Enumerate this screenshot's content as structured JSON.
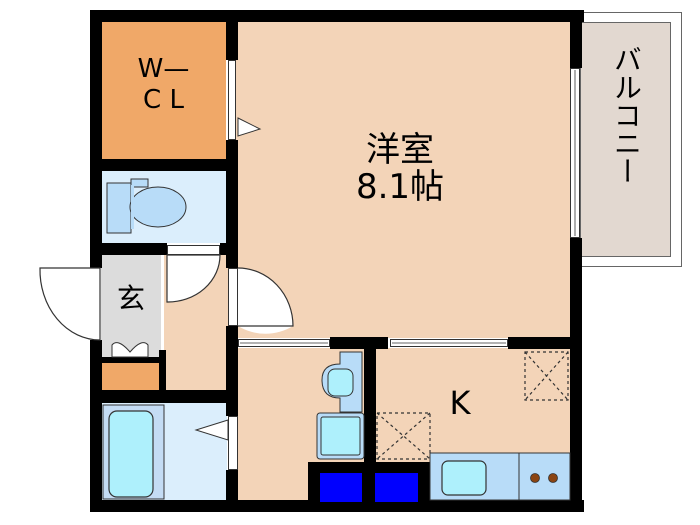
{
  "floorplan": {
    "rooms": {
      "western_room": {
        "label": "洋室",
        "size": "8.1帖",
        "color": "#f3d4b8"
      },
      "walk_in_closet": {
        "label_line1": "W—",
        "label_line2": "C L",
        "color": "#f0a868"
      },
      "entrance": {
        "label": "玄",
        "color": "#dcdcdc"
      },
      "kitchen": {
        "label": "K",
        "color": "#f3d4b8"
      },
      "balcony": {
        "label": "バルコニー",
        "color": "#e2d8d0"
      },
      "toilet": {
        "color": "#dbeefc"
      },
      "bathroom": {
        "color": "#dbeefc"
      },
      "washroom": {
        "color": "#f3d4b8"
      },
      "hallway": {
        "color": "#f3d4b8"
      }
    },
    "colors": {
      "wall": "#000000",
      "fixture_blue": "#b8dcf8",
      "fixture_light": "#aef0fc",
      "appliance_blue": "#0000ff",
      "shoe_box": "#f0a868",
      "stove_burner": "#8b4513"
    }
  }
}
